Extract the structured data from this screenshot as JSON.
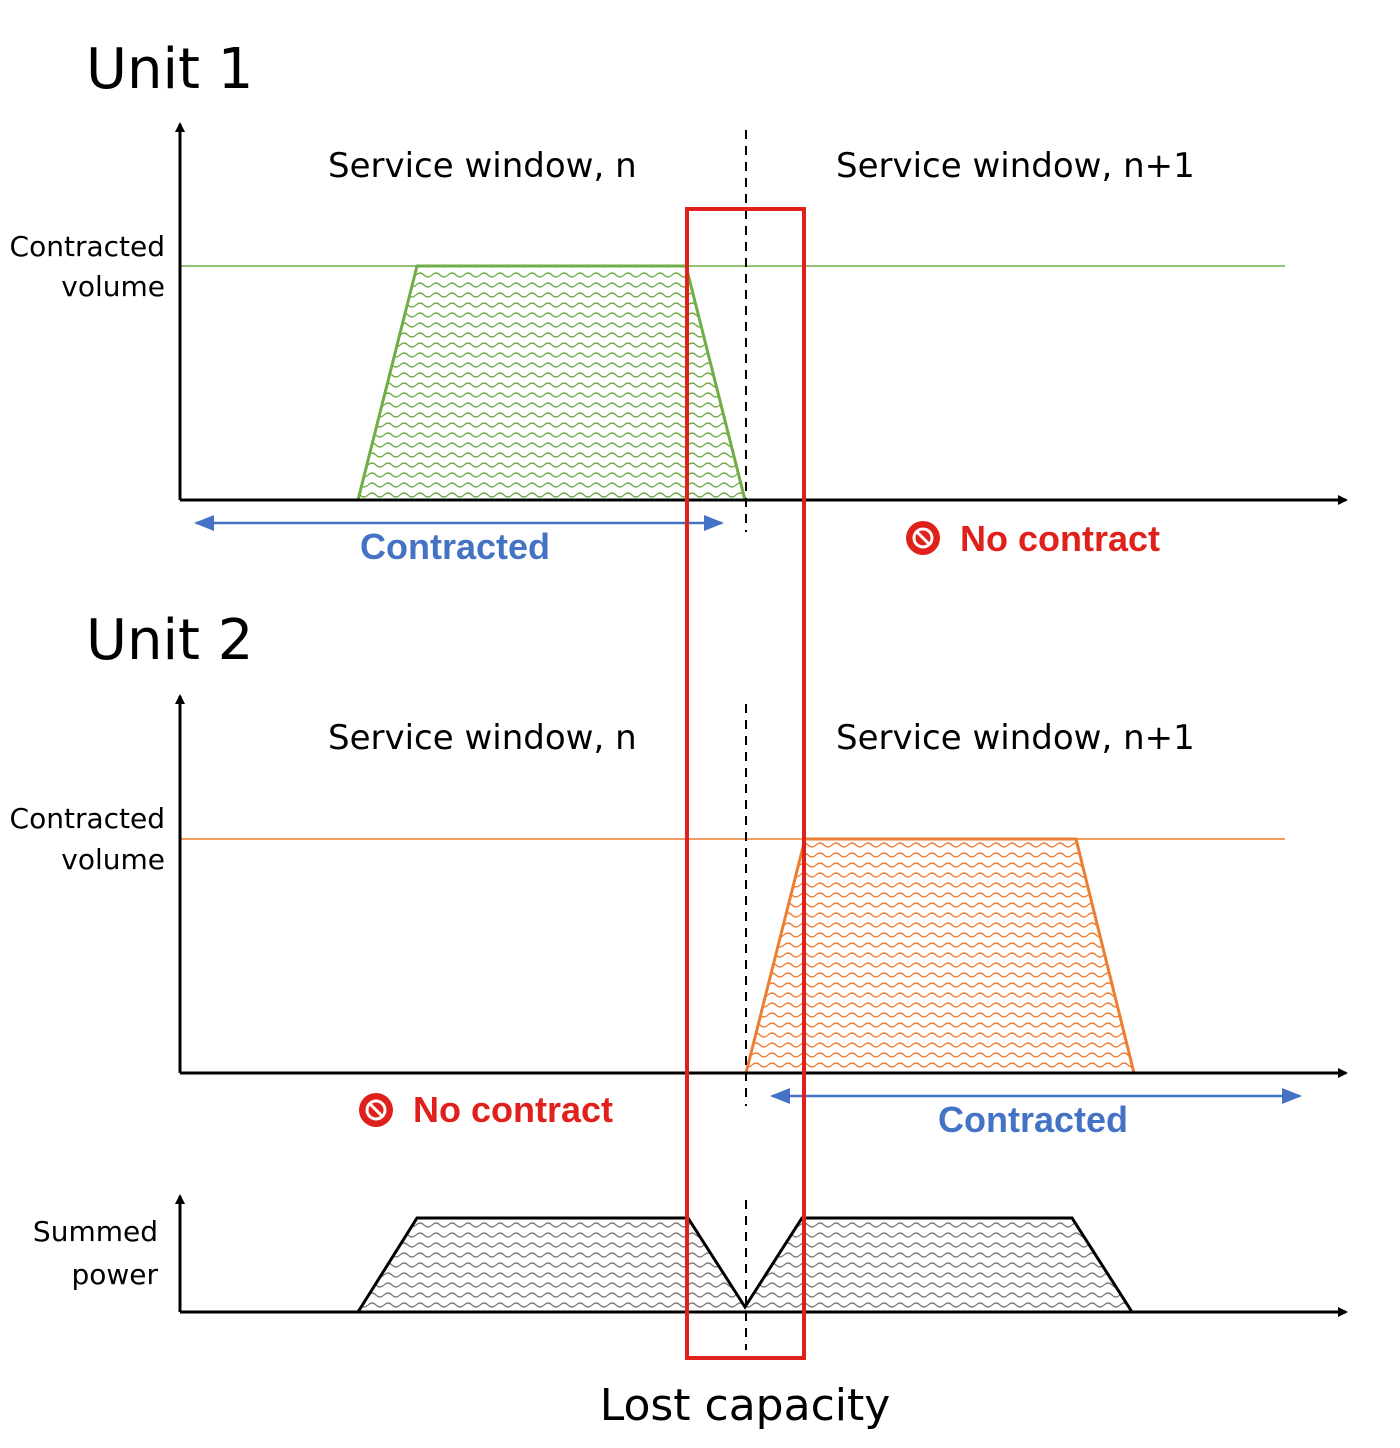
{
  "unit1": {
    "title": "Unit 1",
    "window_n": "Service window, n",
    "window_n1": "Service window, n+1",
    "ylabel_line1": "Contracted",
    "ylabel_line2": "volume",
    "contracted_label": "Contracted",
    "no_contract_label": "No contract",
    "fill_color": "#70AD47"
  },
  "unit2": {
    "title": "Unit 2",
    "window_n": "Service window, n",
    "window_n1": "Service window, n+1",
    "ylabel_line1": "Contracted",
    "ylabel_line2": "volume",
    "contracted_label": "Contracted",
    "no_contract_label": "No contract",
    "fill_color": "#ED7D31"
  },
  "summed": {
    "ylabel_line1": "Summed",
    "ylabel_line2": "power",
    "fill_color": "#404040"
  },
  "lost_capacity_label": "Lost capacity",
  "colors": {
    "contracted": "#4472C4",
    "no_contract": "#E0201B",
    "highlight_box": "#E0201B"
  },
  "icons": {
    "no_contract": "prohibited-icon"
  }
}
